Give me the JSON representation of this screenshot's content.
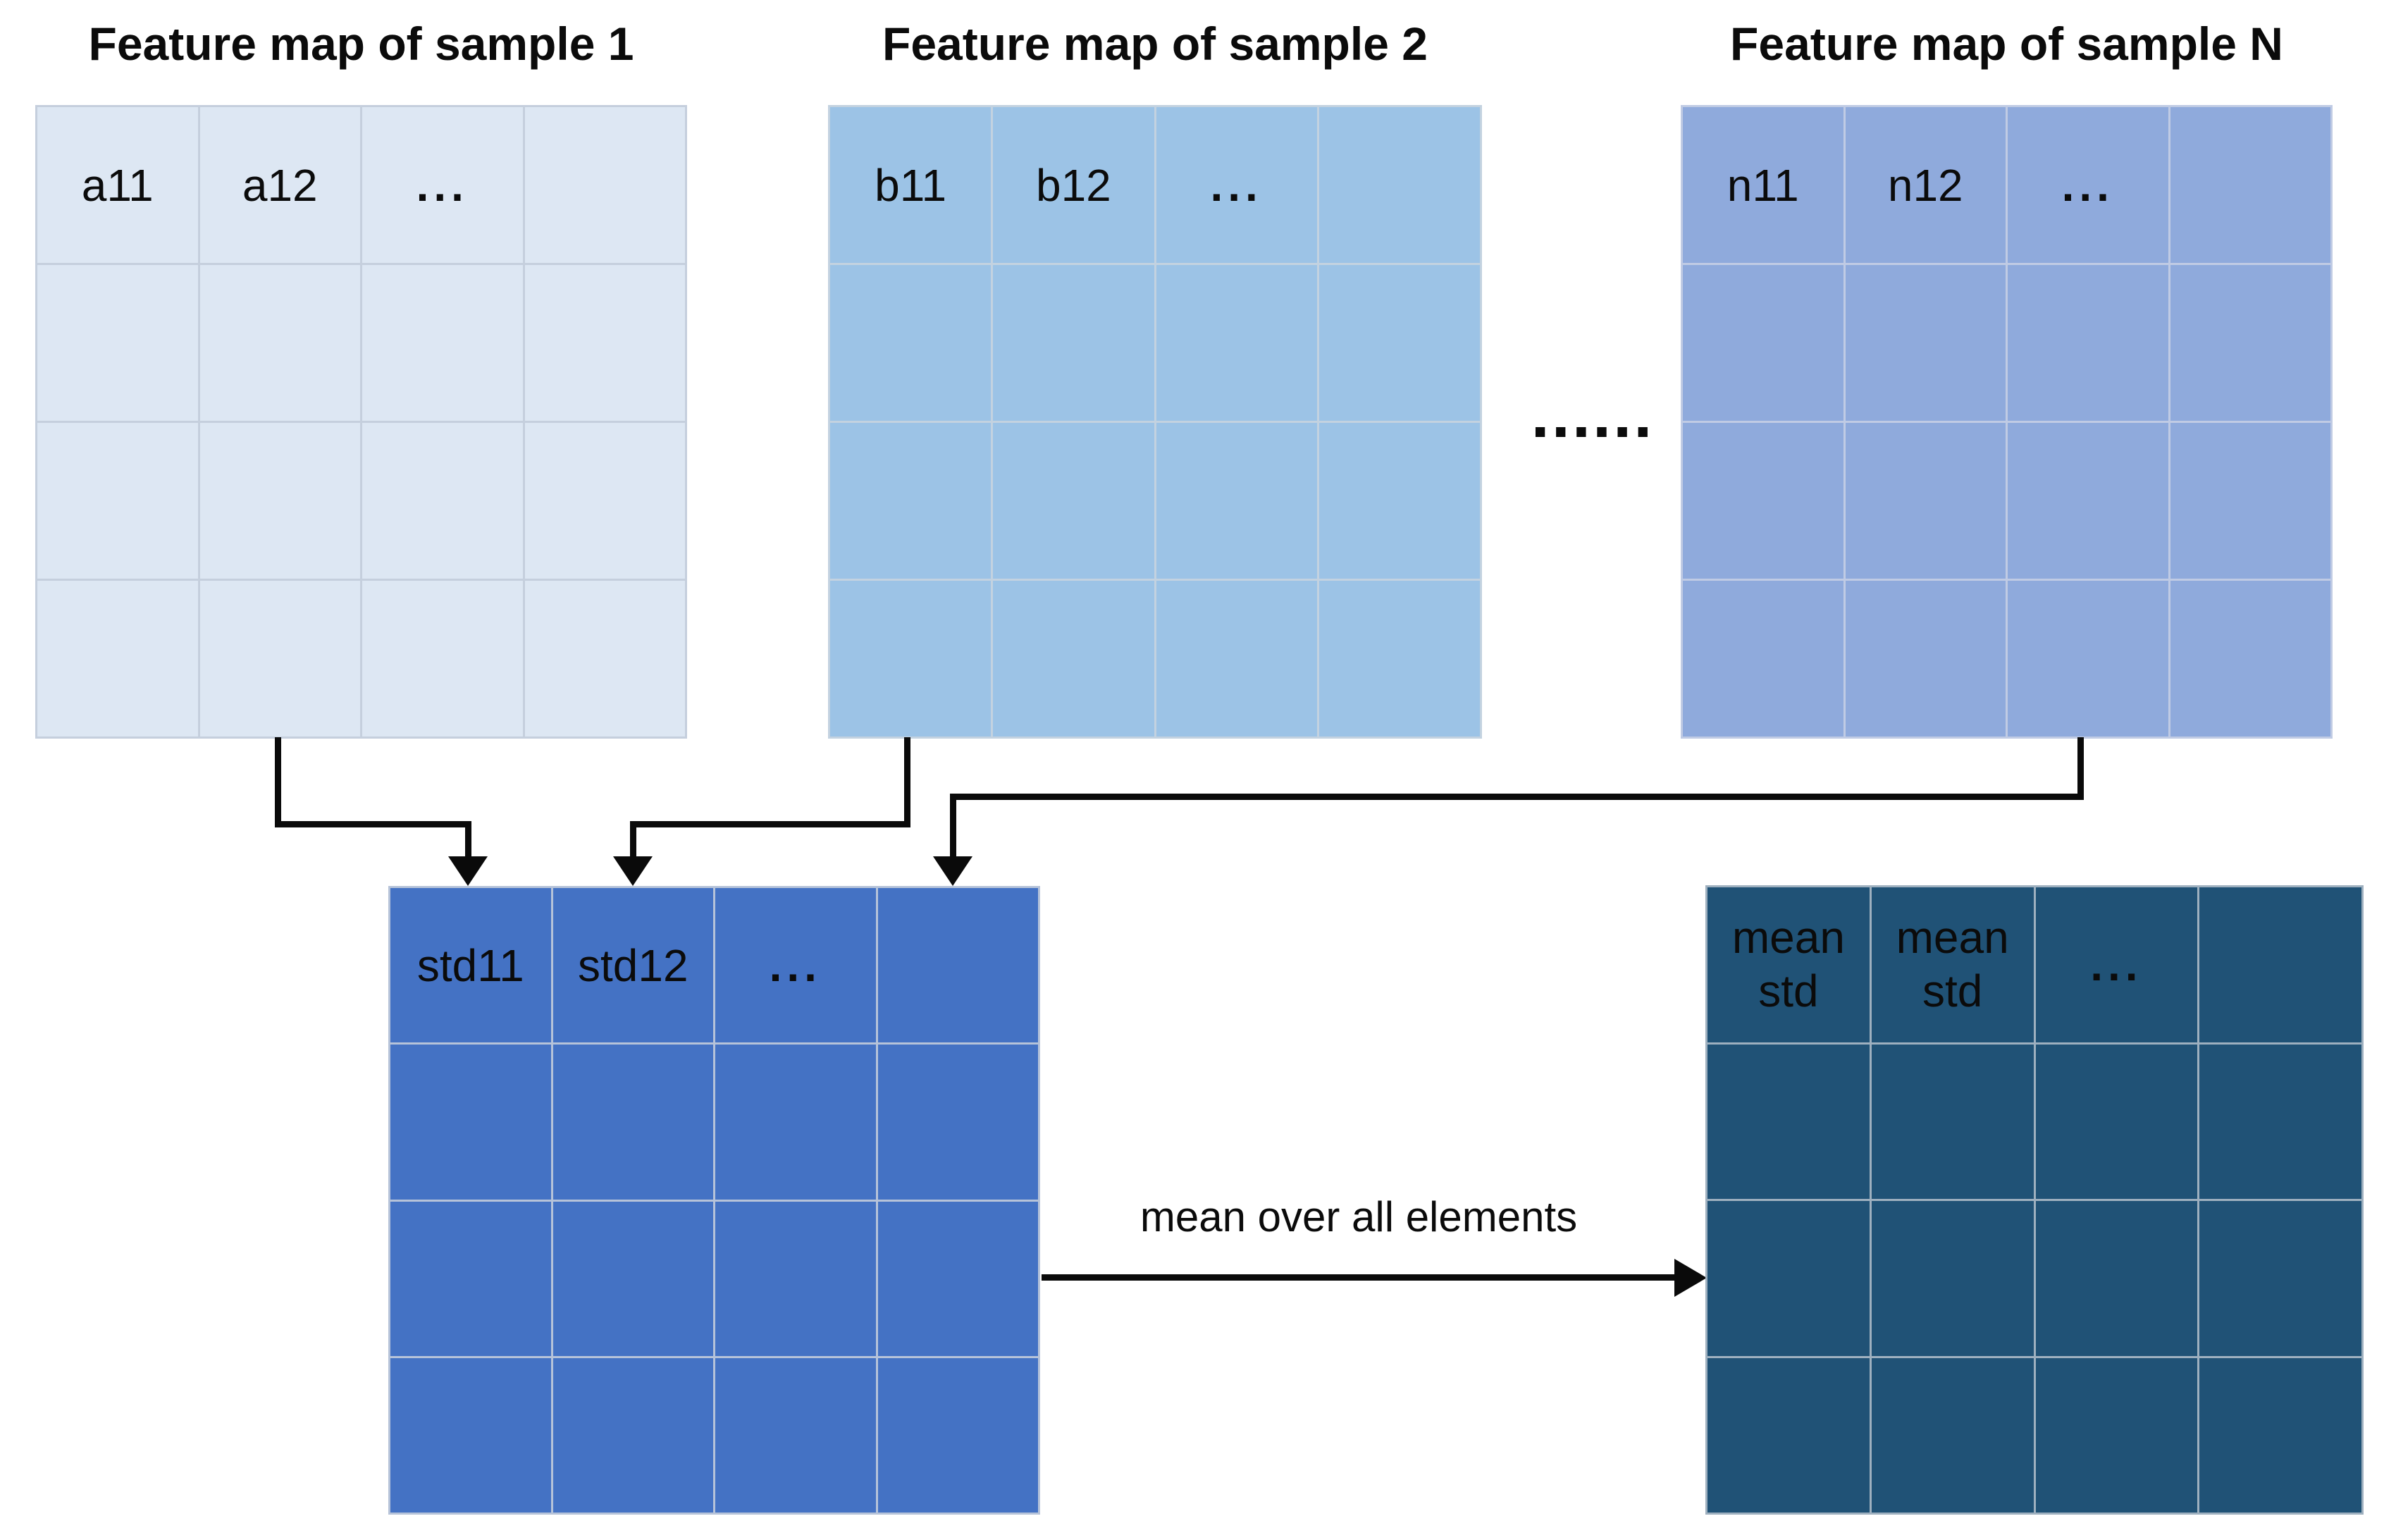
{
  "maps": {
    "sample1": {
      "title": "Feature map of sample 1",
      "c1": "a11",
      "c2": "a12",
      "c3": "..."
    },
    "sample2": {
      "title": "Feature map of sample 2",
      "c1": "b11",
      "c2": "b12",
      "c3": "..."
    },
    "sampleN": {
      "title": "Feature map of sample N",
      "c1": "n11",
      "c2": "n12",
      "c3": "..."
    },
    "std": {
      "c1": "std11",
      "c2": "std12",
      "c3": "..."
    },
    "mean": {
      "c1": "mean\nstd",
      "c2": "mean\nstd",
      "c3": "..."
    }
  },
  "between_maps_ellipsis": "......",
  "arrow": {
    "label": "mean over all elements"
  },
  "colors": {
    "map1_fill": "#dde7f3",
    "map1_line": "#c5cfdd",
    "map2_fill": "#9cc3e6",
    "map2_line": "#c3d2e0",
    "mapN_fill": "#8faadc",
    "mapN_line": "#c0cbe4",
    "std_fill": "#4472c4",
    "std_line": "#b6c3d9",
    "mean_fill": "#205276",
    "mean_line": "#9eb0bf",
    "arrow": "#0a0a0a",
    "text": "#0b0b0b"
  }
}
